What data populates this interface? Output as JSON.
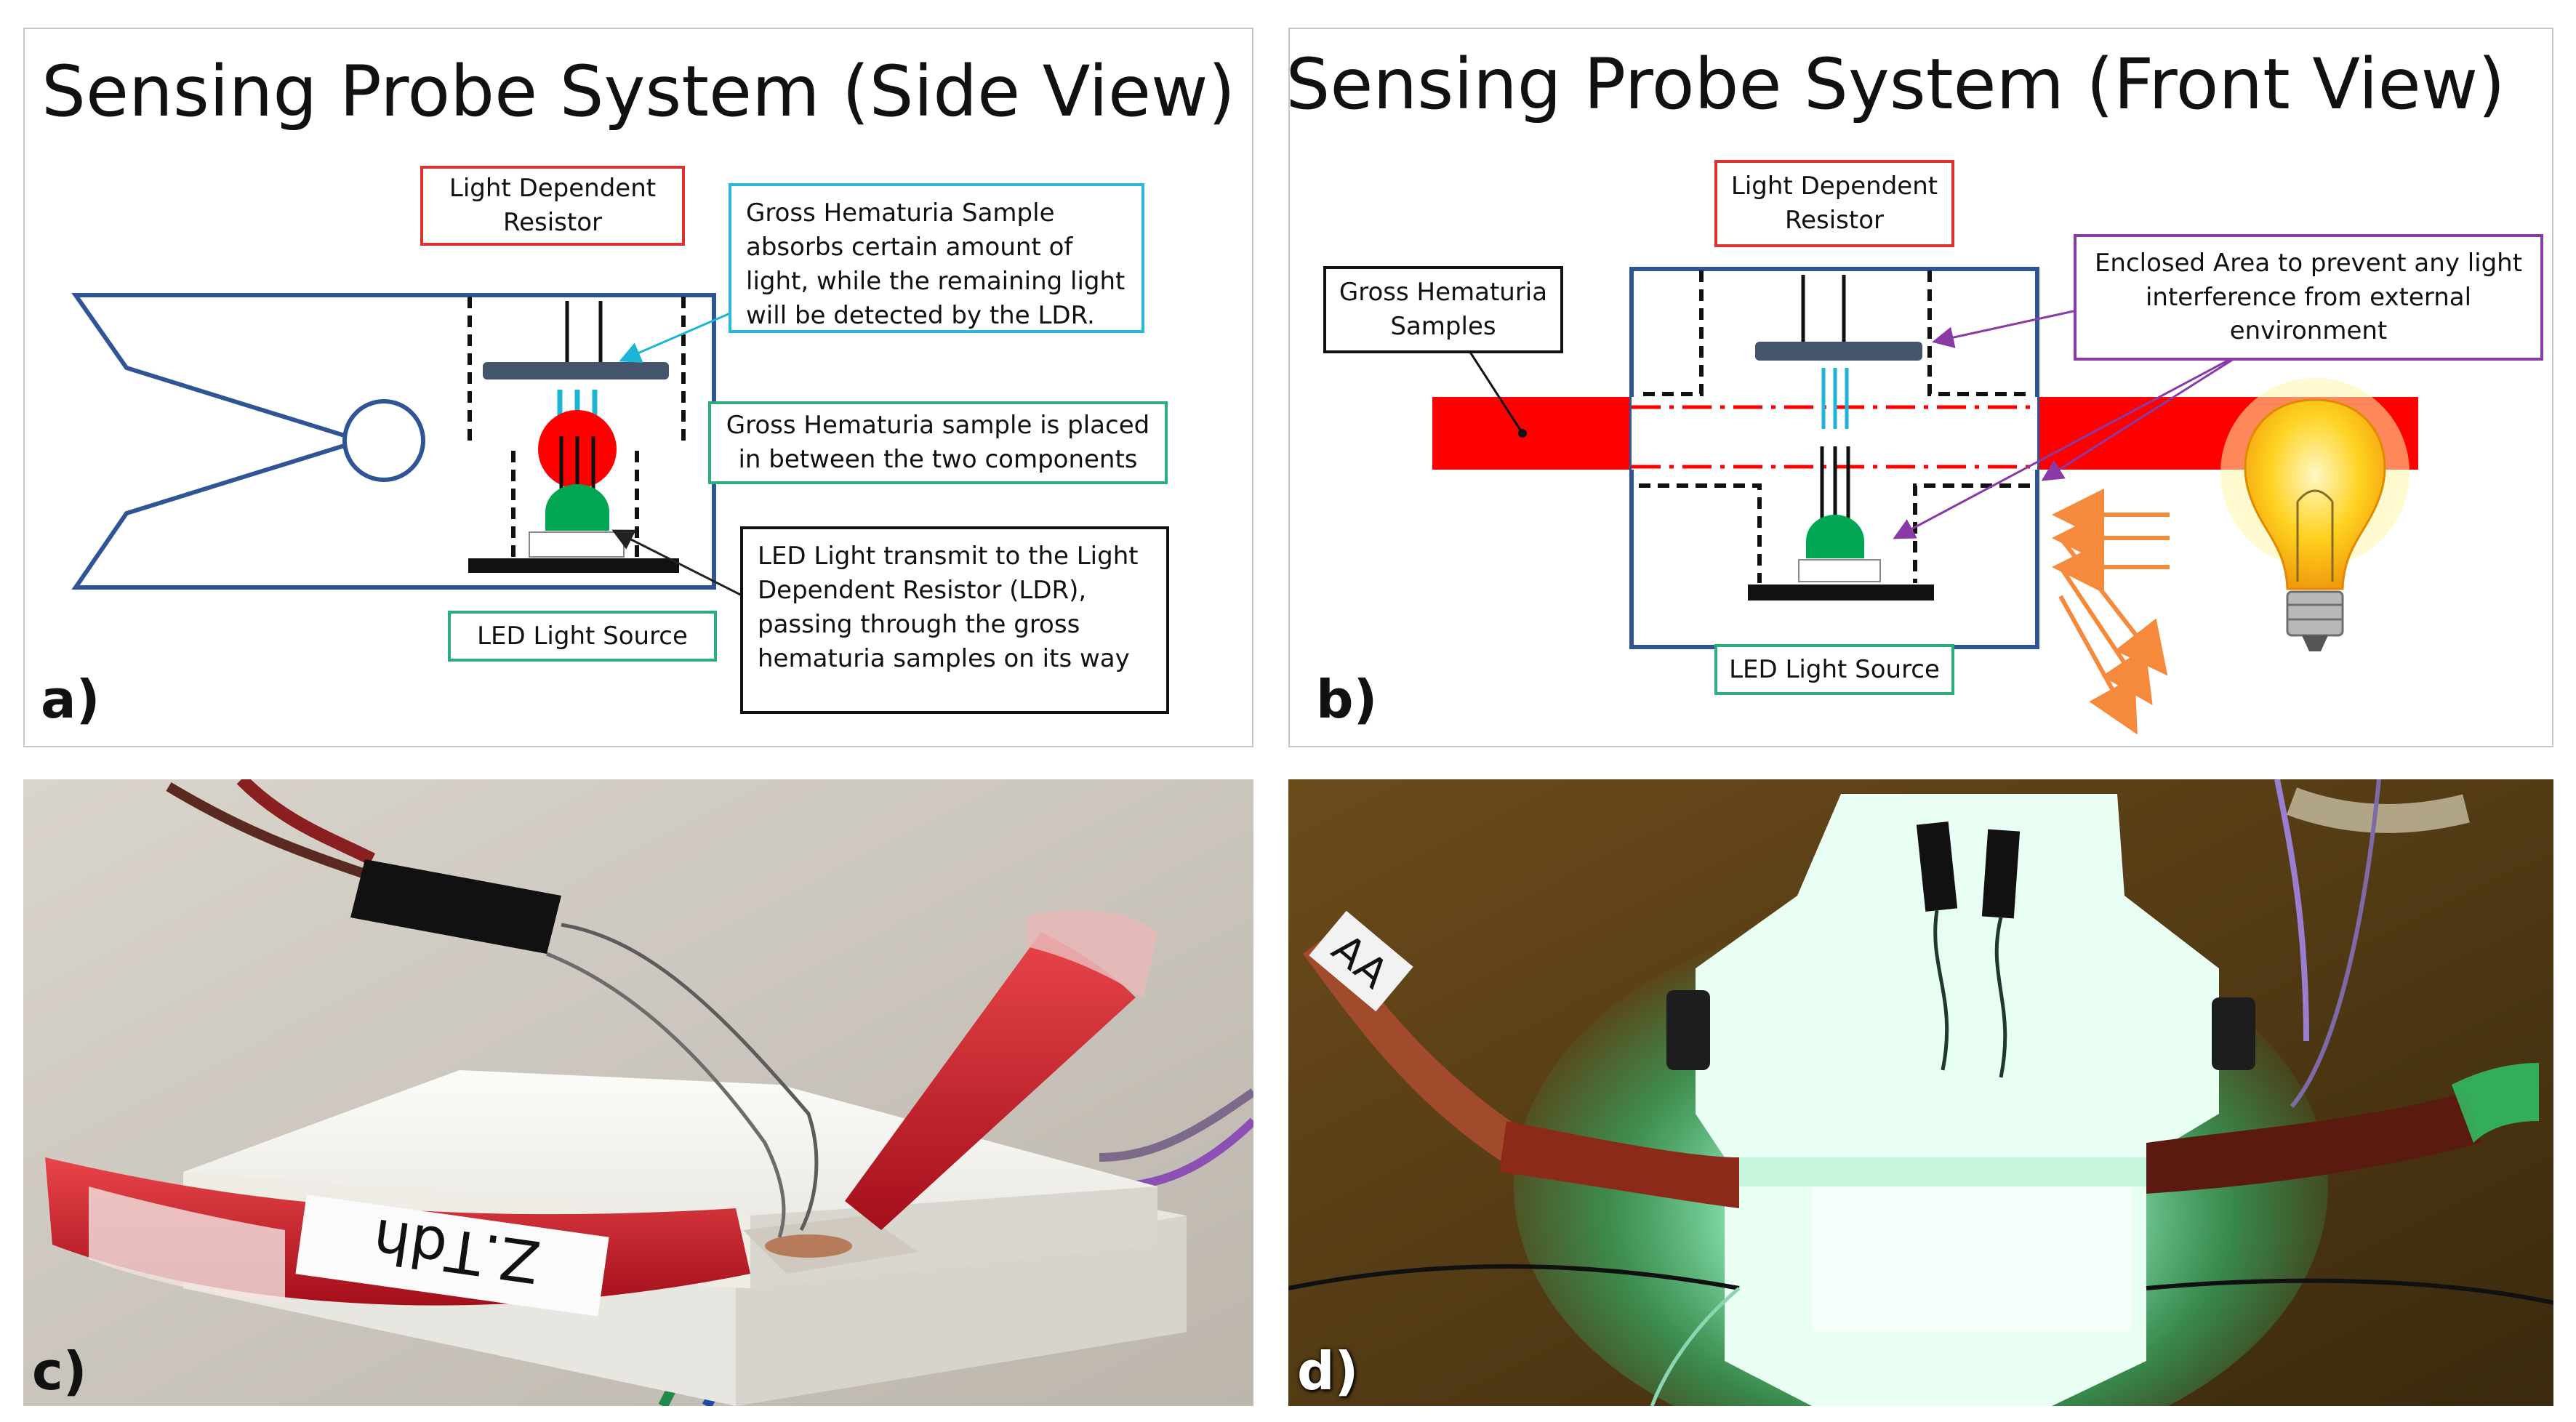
{
  "panel_a": {
    "title": "Sensing Probe System (Side View)",
    "label": "a)",
    "ldr_label": "Light Dependent Resistor",
    "absorb_note": "Gross Hematuria Sample absorbs certain amount of light, while the remaining light will be detected by the LDR.",
    "placement_note": "Gross Hematuria sample is placed in between the two components",
    "led_note": "LED Light transmit to the Light Dependent Resistor (LDR), passing through the gross hematuria samples on its way",
    "led_label": "LED Light Source"
  },
  "panel_b": {
    "title": "Sensing Probe System (Front View)",
    "label": "b)",
    "ldr_label": "Light Dependent Resistor",
    "samples_label": "Gross Hematuria Samples",
    "enclosed_note": "Enclosed Area to prevent any light interference from external environment",
    "led_label": "LED Light Source"
  },
  "panel_c": {
    "label": "c)",
    "tube_tag": "Z.Tdh"
  },
  "panel_d": {
    "label": "d)",
    "tube_tag": "AA"
  },
  "colors": {
    "frame_blue": "#2f5597",
    "sample_red": "#ff0000",
    "led_green": "#00a651",
    "detector_slate": "#44546a",
    "light_cyan": "#1cb5d6",
    "arrow_orange": "#f58a3c",
    "bulb_yellow": "#ffd21f"
  },
  "icons": [
    "light-bulb-icon",
    "light-ray-arrows"
  ]
}
